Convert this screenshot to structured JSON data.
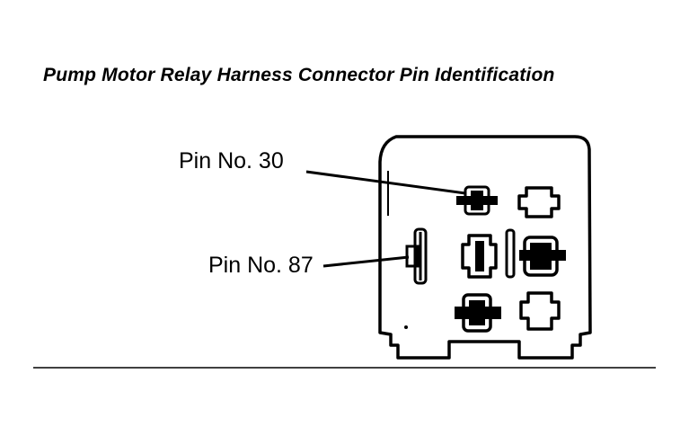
{
  "title": "Pump Motor Relay Harness Connector Pin Identification",
  "labels": {
    "pin30": "Pin No. 30",
    "pin87": "Pin No. 87"
  },
  "colors": {
    "ink": "#000000",
    "background": "#ffffff"
  }
}
